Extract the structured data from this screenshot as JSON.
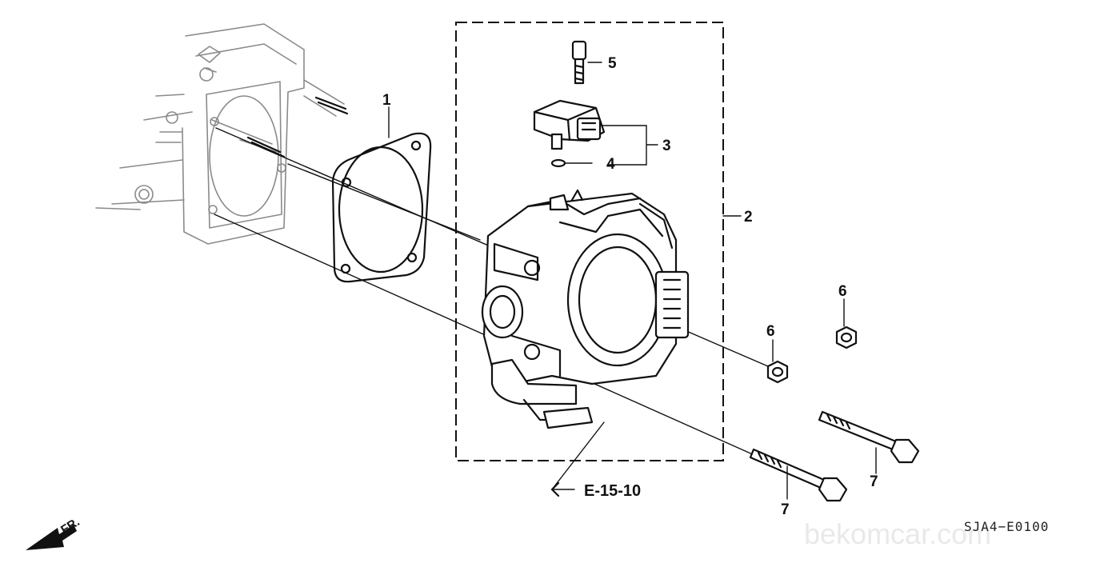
{
  "callouts": {
    "c1": "1",
    "c2": "2",
    "c3": "3",
    "c4": "4",
    "c5": "5",
    "c6a": "6",
    "c6b": "6",
    "c7a": "7",
    "c7b": "7"
  },
  "reference": "E-15-10",
  "direction": "FR.",
  "diagram_code": "SJA4−E0100",
  "watermark": "bekomcar.com"
}
